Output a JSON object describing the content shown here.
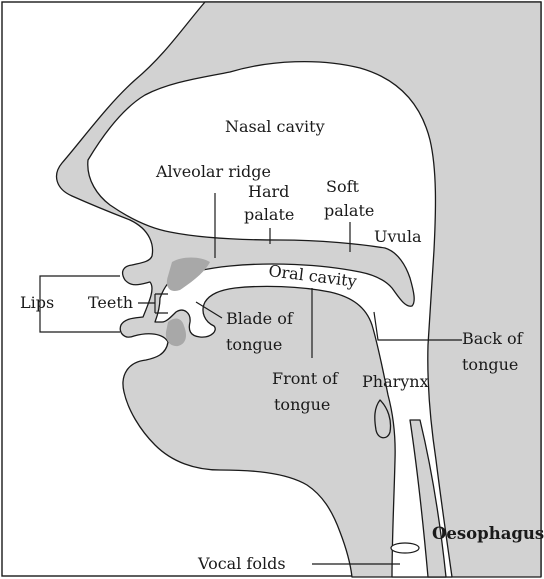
{
  "labels": {
    "nasal_cavity": "Nasal cavity",
    "alveolar_ridge": "Alveolar ridge",
    "hard_palate_line1": "Hard",
    "hard_palate_line2": "palate",
    "soft_palate_line1": "Soft",
    "soft_palate_line2": "palate",
    "uvula": "Uvula",
    "oral_cavity": "Oral cavity",
    "lips": "Lips",
    "teeth": "Teeth",
    "blade_of_tongue_line1": "Blade of",
    "blade_of_tongue_line2": "tongue",
    "back_of_tongue_line1": "Back of",
    "back_of_tongue_line2": "tongue",
    "front_of_tongue_line1": "Front of",
    "front_of_tongue_line2": "tongue",
    "pharynx": "Pharynx",
    "oesophagus": "Oesophagus",
    "vocal_folds": "Vocal folds"
  },
  "colors": {
    "tissue": "#d2d2d2",
    "teeth": "#a8a8a8",
    "outline": "#1a1a1a",
    "background": "#ffffff"
  }
}
